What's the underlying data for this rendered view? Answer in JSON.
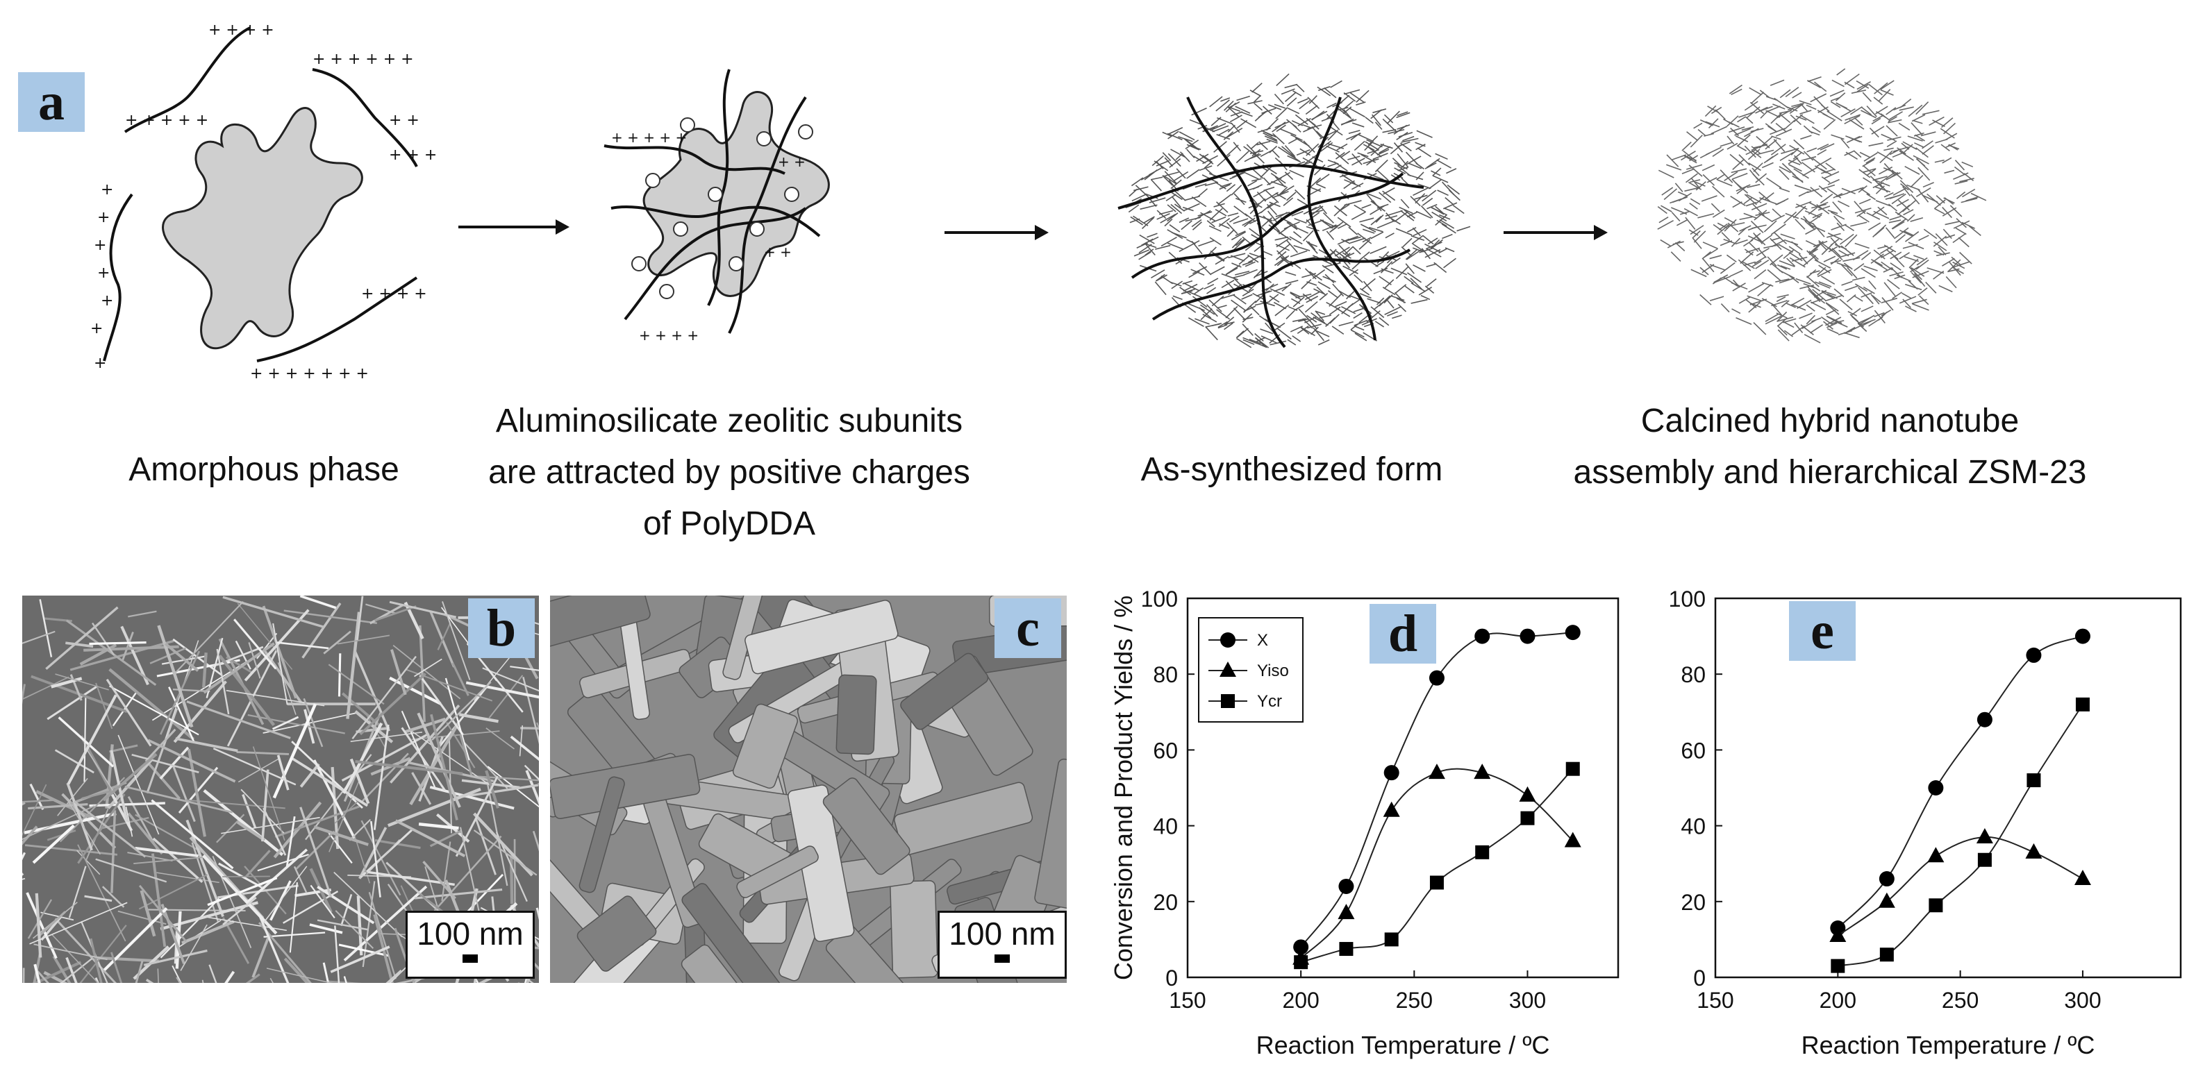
{
  "panels": {
    "a": "a",
    "b": "b",
    "c": "c",
    "d": "d",
    "e": "e"
  },
  "captions": {
    "stage1": "Amorphous phase",
    "stage2": [
      "Aluminosilicate zeolitic subunits",
      "are attracted by positive charges",
      "of PolyDDA"
    ],
    "stage3": "As-synthesized form",
    "stage4": [
      "Calcined hybrid nanotube",
      "assembly and hierarchical ZSM-23"
    ]
  },
  "scale_bars": {
    "b": "100 nm",
    "c": "100 nm"
  },
  "chart_data": [
    {
      "id": "d",
      "type": "line",
      "ylabel": "Conversion and Product Yields / %",
      "xlabel": "Reaction Temperature / ºC",
      "xlim": [
        150,
        340
      ],
      "ylim": [
        0,
        100
      ],
      "xticks": [
        150,
        200,
        250,
        300
      ],
      "yticks": [
        0,
        20,
        40,
        60,
        80,
        100
      ],
      "legend": "top-left",
      "series": [
        {
          "name": "X",
          "marker": "circle",
          "x": [
            200,
            220,
            240,
            260,
            280,
            300,
            320
          ],
          "values": [
            8,
            24,
            54,
            79,
            90,
            90,
            91
          ]
        },
        {
          "name": "Yiso",
          "marker": "triangle",
          "x": [
            200,
            220,
            240,
            260,
            280,
            300,
            320
          ],
          "values": [
            5,
            17,
            44,
            54,
            54,
            48,
            36
          ]
        },
        {
          "name": "Ycr",
          "marker": "square",
          "x": [
            200,
            220,
            240,
            260,
            280,
            300,
            320
          ],
          "values": [
            4,
            7.5,
            10,
            25,
            33,
            42,
            55
          ]
        }
      ]
    },
    {
      "id": "e",
      "type": "line",
      "ylabel": "",
      "xlabel": "Reaction Temperature / ºC",
      "xlim": [
        150,
        340
      ],
      "ylim": [
        0,
        100
      ],
      "xticks": [
        150,
        200,
        250,
        300
      ],
      "yticks": [
        0,
        20,
        40,
        60,
        80,
        100
      ],
      "series": [
        {
          "name": "",
          "marker": "circle",
          "x": [
            200,
            220,
            240,
            260,
            280,
            300
          ],
          "values": [
            13,
            26,
            50,
            68,
            85,
            90
          ]
        },
        {
          "name": "",
          "marker": "triangle",
          "x": [
            200,
            220,
            240,
            260,
            280,
            300
          ],
          "values": [
            11,
            20,
            32,
            37,
            33,
            26
          ]
        },
        {
          "name": "",
          "marker": "square",
          "x": [
            200,
            220,
            240,
            260,
            280,
            300
          ],
          "values": [
            3,
            6,
            19,
            31,
            52,
            72
          ]
        }
      ]
    }
  ]
}
